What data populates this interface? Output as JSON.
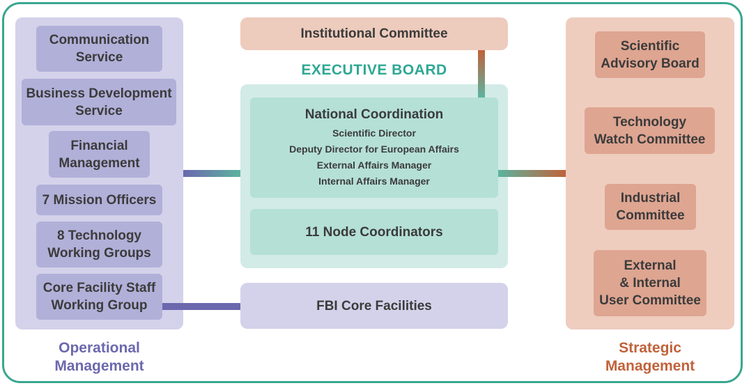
{
  "colors": {
    "frame": "#3aa68f",
    "operational": "#6b68ae",
    "executive": "#2fa893",
    "strategic": "#c0623a"
  },
  "operational": {
    "items": [
      "Communication\nService",
      "Business Development\nService",
      "Financial\nManagement",
      "7 Mission Officers",
      "8 Technology\nWorking Groups",
      "Core Facility Staff\nWorking Group"
    ],
    "footer": "Operational\nManagement"
  },
  "center": {
    "institutional": "Institutional Committee",
    "executive_title": "EXECUTIVE BOARD",
    "national": {
      "title": "National Coordination",
      "roles": [
        "Scientific Director",
        "Deputy Director for European Affairs",
        "External Affairs Manager",
        "Internal Affairs Manager"
      ]
    },
    "nodes": "11 Node Coordinators",
    "fbi": "FBI Core Facilities"
  },
  "strategic": {
    "items": [
      "Scientific\nAdvisory Board",
      "Technology\nWatch Committee",
      "Industrial\nCommittee",
      "External\n& Internal\nUser Committee"
    ],
    "footer": "Strategic\nManagement"
  }
}
